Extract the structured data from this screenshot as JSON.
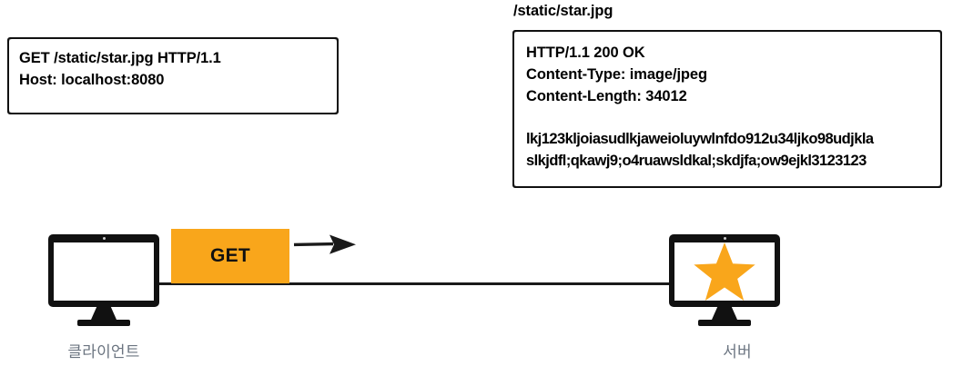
{
  "request_box": {
    "lines": [
      "GET /static/star.jpg HTTP/1.1",
      "Host: localhost:8080"
    ]
  },
  "response": {
    "title": "/static/star.jpg",
    "headers": [
      "HTTP/1.1 200 OK",
      "Content-Type: image/jpeg",
      "Content-Length: 34012"
    ],
    "body": [
      "lkj123kljoiasudlkjaweioluywlnfdo912u34ljko98udjkla",
      "slkjdfl;qkawj9;o4ruawsldkal;skdjfa;ow9ejkl3123123"
    ]
  },
  "flow": {
    "method_label": "GET",
    "arrow_icon": "arrow-right-icon"
  },
  "nodes": {
    "client": {
      "caption": "클라이언트",
      "screen_icon": "monitor-icon"
    },
    "server": {
      "caption": "서버",
      "screen_icon": "monitor-icon",
      "content_icon": "star-icon"
    }
  },
  "colors": {
    "accent_orange": "#F9A61B",
    "ink": "#111111",
    "caption_grey": "#6b7480"
  }
}
